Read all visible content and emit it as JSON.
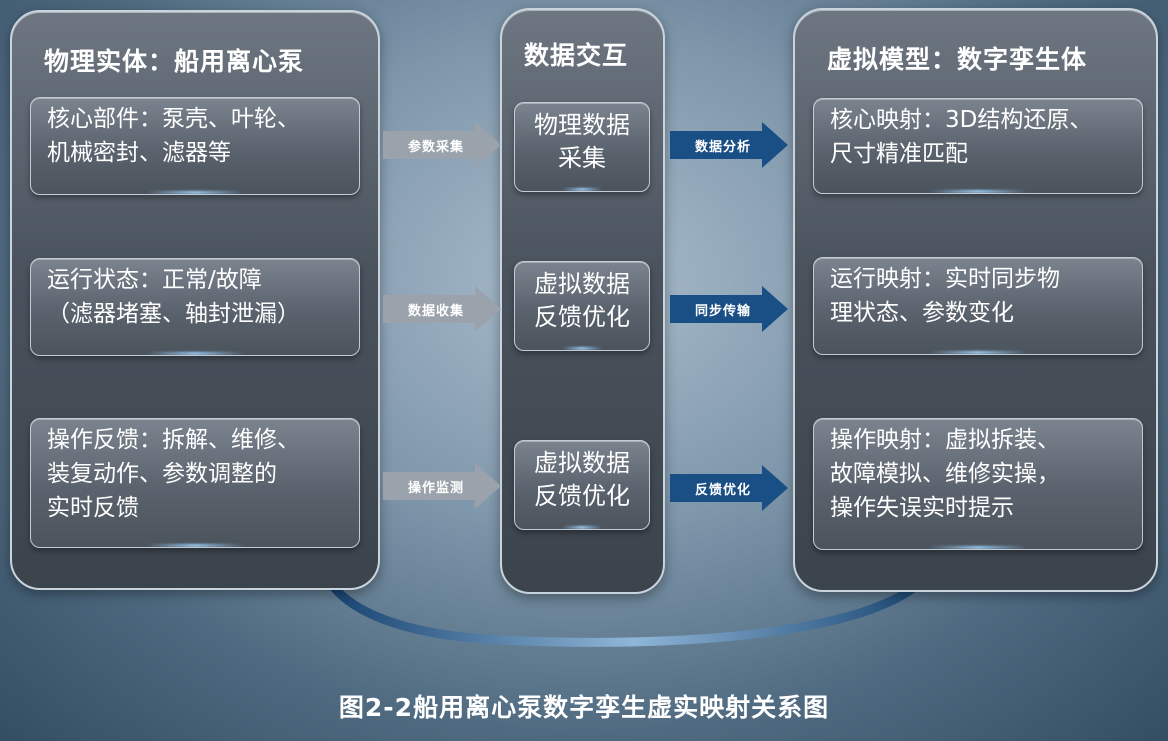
{
  "left_panel": {
    "title": "物理实体：船用离心泵",
    "cards": [
      "核心部件：泵壳、叶轮、\n机械密封、滤器等",
      "运行状态：正常/故障\n（滤器堵塞、轴封泄漏）",
      "操作反馈：拆解、维修、\n装复动作、参数调整的\n实时反馈"
    ]
  },
  "center_panel": {
    "title": "数据交互",
    "cards": [
      "物理数据\n采集",
      "虚拟数据\n反馈优化",
      "虚拟数据\n反馈优化"
    ]
  },
  "right_panel": {
    "title": "虚拟模型：数字孪生体",
    "cards": [
      "核心映射：3D结构还原、\n尺寸精准匹配",
      "运行映射：实时同步物\n理状态、参数变化",
      "操作映射：虚拟拆装、\n故障模拟、维修实操，\n操作失误实时提示"
    ]
  },
  "left_arrows": [
    "参数采集",
    "数据收集",
    "操作监测"
  ],
  "right_arrows": [
    "数据分析",
    "同步传输",
    "反馈优化"
  ],
  "caption": "图2-2船用离心泵数字孪生虚实映射关系图",
  "colors": {
    "gray_arrow": "#9aa3ab",
    "blue_arrow": "#1a4f86",
    "loop_arrow": "#1d4f82"
  }
}
